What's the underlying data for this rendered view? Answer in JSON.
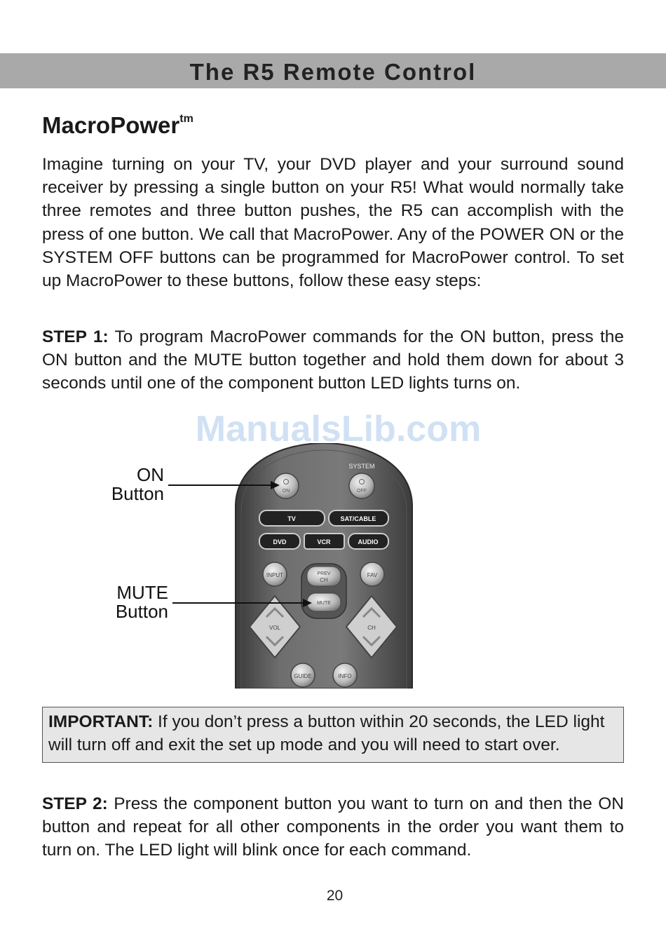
{
  "header": {
    "title": "The R5 Remote Control"
  },
  "section": {
    "title": "MacroPower",
    "title_sup": "tm"
  },
  "intro": "Imagine turning on your TV, your DVD player and your surround sound receiver by pressing a single button on your R5! What would normally take three remotes and three button pushes, the R5 can accomplish with the press of one button. We call that MacroPower. Any of the POWER ON or the SYSTEM OFF buttons can be programmed for MacroPower control. To set up MacroPower to these buttons, follow these easy steps:",
  "step1": {
    "label": "STEP 1:",
    "text": " To program MacroPower commands for the ON button, press the ON button and the MUTE button together and hold them down for about 3 seconds until one of the component button LED lights turns on."
  },
  "watermark": "ManualsLib.com",
  "figure": {
    "callouts": {
      "on": {
        "line1": "ON",
        "line2": "Button"
      },
      "mute": {
        "line1": "MUTE",
        "line2": "Button"
      }
    },
    "remote_labels": {
      "system": "SYSTEM",
      "on": "ON",
      "off": "OFF",
      "tv": "TV",
      "sat_cable": "SAT/CABLE",
      "dvd": "DVD",
      "vcr": "VCR",
      "audio": "AUDIO",
      "input": "INPUT",
      "prev_ch_1": "PREV",
      "prev_ch_2": "CH",
      "fav": "FAV",
      "mute": "MUTE",
      "vol": "VOL",
      "ch": "CH",
      "guide": "GUIDE",
      "info": "INFO"
    }
  },
  "important": {
    "label": "IMPORTANT:",
    "text": " If you don’t press a button within 20 seconds, the LED light will turn off and exit the set up mode and you will need to start over."
  },
  "step2": {
    "label": "STEP 2:",
    "text": " Press the component button you want to turn on and then the ON button and repeat for all other components in the order you want them to turn on. The LED light will blink once for each command."
  },
  "page_number": "20"
}
